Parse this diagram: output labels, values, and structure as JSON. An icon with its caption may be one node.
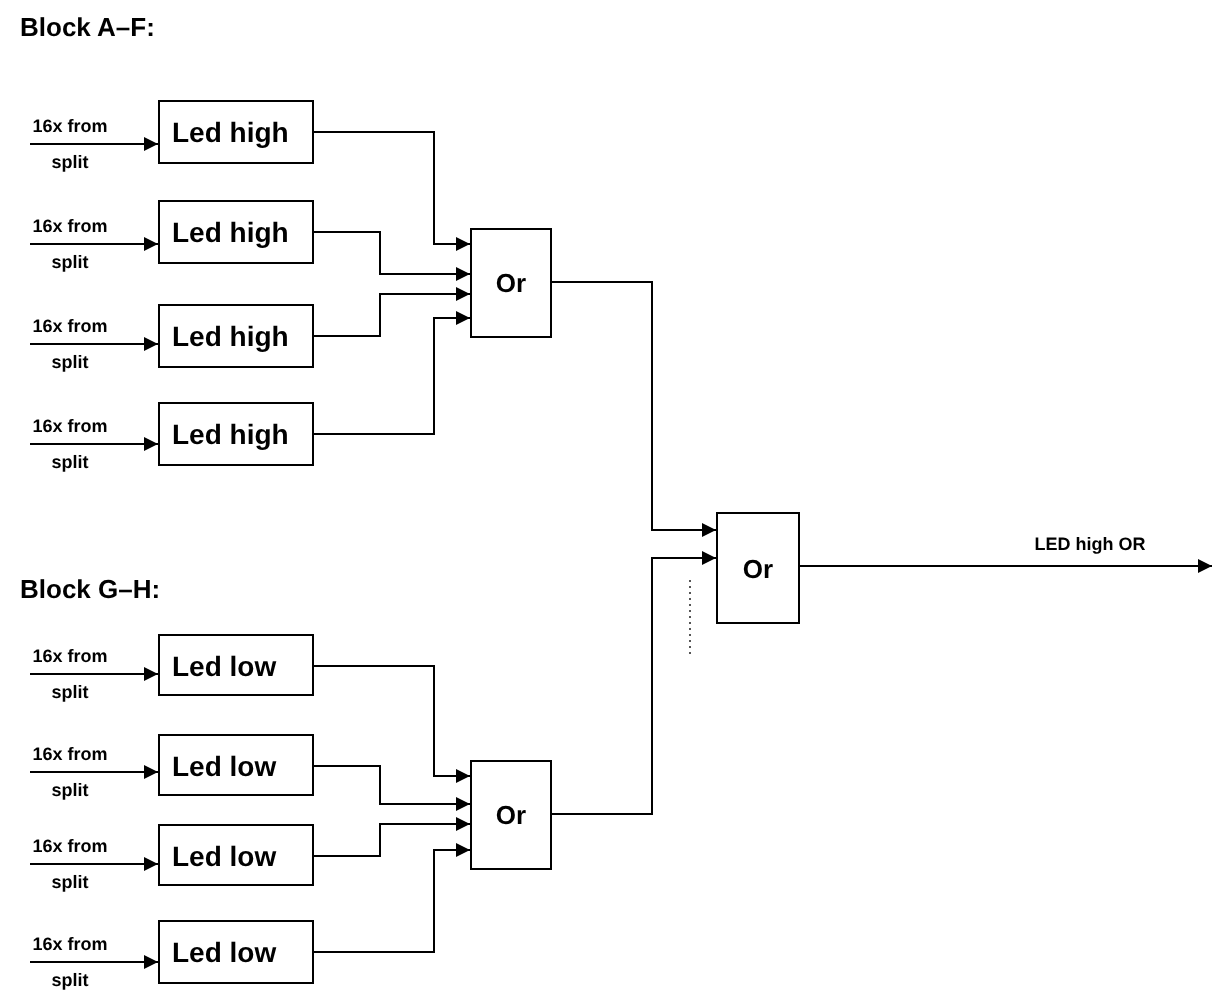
{
  "diagram": {
    "nodes": [
      {
        "text": [
          "Led high"
        ]
      },
      {
        "text": [
          "Led high"
        ]
      },
      {
        "text": [
          "Led high"
        ]
      },
      {
        "text": [
          "Led high"
        ]
      },
      {
        "text": [
          "Or"
        ]
      },
      {
        "text": [
          "Led low"
        ]
      },
      {
        "text": [
          "Led low"
        ]
      },
      {
        "text": [
          "Led low"
        ]
      },
      {
        "text": [
          "Led low"
        ]
      },
      {
        "text": [
          "Or"
        ]
      },
      {
        "text": [
          "Or"
        ]
      }
    ],
    "edges": [
      {
        "from": null,
        "to": 0,
        "arrow": "to",
        "label": "16x from split"
      },
      {
        "from": null,
        "to": 1,
        "arrow": "to",
        "label": "16x from split"
      },
      {
        "from": null,
        "to": 2,
        "arrow": "to",
        "label": "16x from split"
      },
      {
        "from": null,
        "to": 3,
        "arrow": "to",
        "label": "16x from split"
      },
      {
        "from": 0,
        "to": 4,
        "arrow": "to"
      },
      {
        "from": 1,
        "to": 4,
        "arrow": "to"
      },
      {
        "from": 2,
        "to": 4,
        "arrow": "to"
      },
      {
        "from": 3,
        "to": 4,
        "arrow": "to"
      },
      {
        "from": null,
        "to": 5,
        "arrow": "to",
        "label": "16x from split"
      },
      {
        "from": null,
        "to": 6,
        "arrow": "to",
        "label": "16x from split"
      },
      {
        "from": null,
        "to": 7,
        "arrow": "to",
        "label": "16x from split"
      },
      {
        "from": null,
        "to": 8,
        "arrow": "to",
        "label": "16x from split"
      },
      {
        "from": 5,
        "to": 9,
        "arrow": "to"
      },
      {
        "from": 6,
        "to": 9,
        "arrow": "to"
      },
      {
        "from": 7,
        "to": 9,
        "arrow": "to"
      },
      {
        "from": 8,
        "to": 9,
        "arrow": "to"
      },
      {
        "from": 4,
        "to": 10,
        "arrow": "to"
      },
      {
        "from": 9,
        "to": 10,
        "arrow": "to"
      },
      {
        "from": 10,
        "to": null,
        "arrow": "to",
        "label": "LED high OR"
      }
    ],
    "labels": [
      "Block A–F:",
      "Block G–H:"
    ]
  }
}
